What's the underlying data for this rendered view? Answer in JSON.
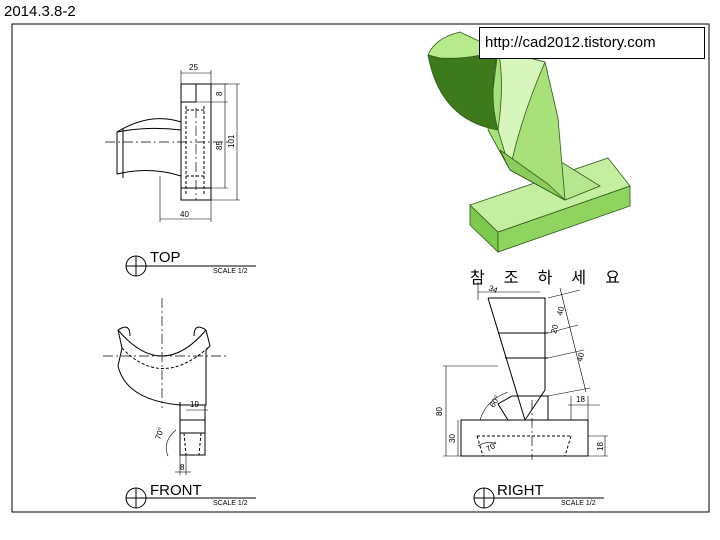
{
  "header": {
    "drawing_id": "2014.3.8-2"
  },
  "url_box": {
    "text": "http://cad2012.tistory.com"
  },
  "reference_note": "참 조 하 세 요",
  "colors": {
    "model_light": "#a8e07a",
    "model_mid": "#7dc94e",
    "model_dark": "#3c7a1c"
  },
  "views": {
    "top": {
      "name": "TOP",
      "scale": "SCALE 1/2",
      "dims": {
        "width_top": "25",
        "notch": "8",
        "height_inner": "85",
        "height_total": "101",
        "width_bottom": "40"
      }
    },
    "front": {
      "name": "FRONT",
      "scale": "SCALE 1/2",
      "dims": {
        "step": "19",
        "angle": "70°",
        "base": "8"
      }
    },
    "right": {
      "name": "RIGHT",
      "scale": "SCALE 1/2",
      "dims": {
        "top_width": "34",
        "d40a": "40",
        "d20": "20",
        "d40b": "40",
        "slope_angle": "60°",
        "foot_right": "18",
        "height_80": "80",
        "height_30": "30",
        "base_angle": "70°",
        "base_h": "18"
      }
    }
  }
}
